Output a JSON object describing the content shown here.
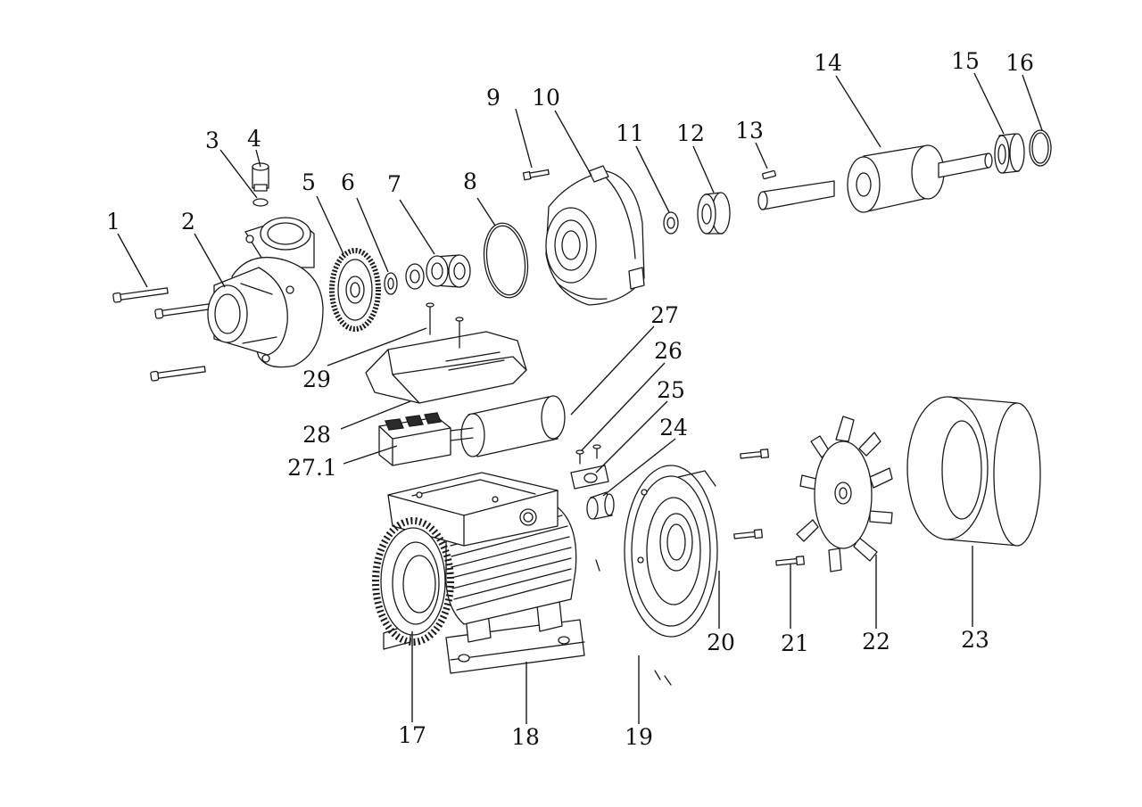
{
  "parts": [
    {
      "id": "1",
      "label": "1"
    },
    {
      "id": "2",
      "label": "2"
    },
    {
      "id": "3",
      "label": "3"
    },
    {
      "id": "4",
      "label": "4"
    },
    {
      "id": "5",
      "label": "5"
    },
    {
      "id": "6",
      "label": "6"
    },
    {
      "id": "7",
      "label": "7"
    },
    {
      "id": "8",
      "label": "8"
    },
    {
      "id": "9",
      "label": "9"
    },
    {
      "id": "10",
      "label": "10"
    },
    {
      "id": "11",
      "label": "11"
    },
    {
      "id": "12",
      "label": "12"
    },
    {
      "id": "13",
      "label": "13"
    },
    {
      "id": "14",
      "label": "14"
    },
    {
      "id": "15",
      "label": "15"
    },
    {
      "id": "16",
      "label": "16"
    },
    {
      "id": "17",
      "label": "17"
    },
    {
      "id": "18",
      "label": "18"
    },
    {
      "id": "19",
      "label": "19"
    },
    {
      "id": "20",
      "label": "20"
    },
    {
      "id": "21",
      "label": "21"
    },
    {
      "id": "22",
      "label": "22"
    },
    {
      "id": "23",
      "label": "23"
    },
    {
      "id": "24",
      "label": "24"
    },
    {
      "id": "25",
      "label": "25"
    },
    {
      "id": "26",
      "label": "26"
    },
    {
      "id": "27",
      "label": "27"
    },
    {
      "id": "27_1",
      "label": "27.1"
    },
    {
      "id": "28",
      "label": "28"
    },
    {
      "id": "29",
      "label": "29"
    }
  ]
}
